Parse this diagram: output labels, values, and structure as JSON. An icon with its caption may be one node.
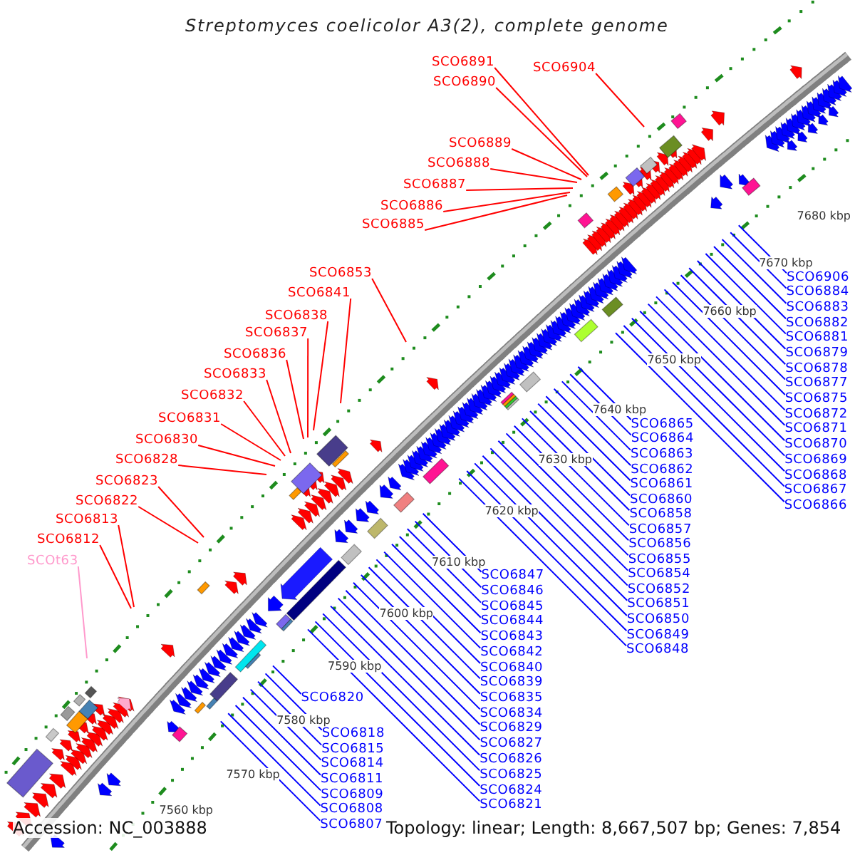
{
  "diagram": {
    "title": "Streptomyces coelicolor A3(2), complete genome",
    "nodes": [
      {
        "text": [
          "SCO6891"
        ]
      },
      {
        "text": [
          "SCO6904"
        ]
      },
      {
        "text": [
          "SCO6890"
        ]
      },
      {
        "text": [
          "SCO6889"
        ]
      },
      {
        "text": [
          "SCO6888"
        ]
      },
      {
        "text": [
          "SCO6887"
        ]
      },
      {
        "text": [
          "SCO6886"
        ]
      },
      {
        "text": [
          "SCO6885"
        ]
      },
      {
        "text": [
          "SCO6853"
        ]
      },
      {
        "text": [
          "SCO6841"
        ]
      },
      {
        "text": [
          "SCO6906"
        ]
      },
      {
        "text": [
          "SCO6838"
        ]
      },
      {
        "text": [
          "SCO6884"
        ]
      },
      {
        "text": [
          "SCO6837"
        ]
      },
      {
        "text": [
          "SCO6883"
        ]
      },
      {
        "text": [
          "SCO6836"
        ]
      },
      {
        "text": [
          "SCO6882"
        ]
      },
      {
        "text": [
          "SCO6833"
        ]
      },
      {
        "text": [
          "SCO6881"
        ]
      },
      {
        "text": [
          "SCO6832"
        ]
      },
      {
        "text": [
          "SCO6877"
        ]
      },
      {
        "text": [
          "SCO6831"
        ]
      },
      {
        "text": [
          "SCO6872"
        ]
      },
      {
        "text": [
          "SCO6830"
        ]
      },
      {
        "text": [
          "SCO6868"
        ]
      },
      {
        "text": [
          "SCO6828"
        ]
      },
      {
        "text": [
          "SCO6878"
        ]
      },
      {
        "text": [
          "SCO6863"
        ]
      },
      {
        "text": [
          "SCO6823"
        ]
      },
      {
        "text": [
          "SCO6869"
        ]
      },
      {
        "text": [
          "SCO6879"
        ]
      },
      {
        "text": [
          "SCO6861"
        ]
      },
      {
        "text": [
          "SCO6822"
        ]
      },
      {
        "text": [
          "SCO6867"
        ]
      },
      {
        "text": [
          "SCO6856"
        ]
      },
      {
        "text": [
          "SCO6813"
        ]
      },
      {
        "text": [
          "SCO6864"
        ]
      },
      {
        "text": [
          "SCO6871"
        ]
      },
      {
        "text": [
          "SCO6849"
        ]
      },
      {
        "text": [
          "SCO6812"
        ]
      },
      {
        "text": [
          "SCO6857"
        ]
      },
      {
        "text": [
          "SCO6865"
        ]
      },
      {
        "text": [
          "SCO6875"
        ]
      },
      {
        "text": [
          "SCO6846"
        ]
      },
      {
        "text": [
          "SCOt63"
        ]
      },
      {
        "text": [
          "SCO6854"
        ]
      },
      {
        "text": [
          "SCO6870"
        ]
      },
      {
        "text": [
          "SCO6862"
        ]
      },
      {
        "text": [
          "SCO6840"
        ]
      },
      {
        "text": [
          "SCO6845"
        ]
      },
      {
        "text": [
          "SCO6866"
        ]
      },
      {
        "text": [
          "SCO6851"
        ]
      },
      {
        "text": [
          "SCO6842"
        ]
      },
      {
        "text": [
          "SCO6835"
        ]
      },
      {
        "text": [
          "SCO6847"
        ]
      },
      {
        "text": [
          "SCO6858"
        ]
      },
      {
        "text": [
          "SCO6839"
        ]
      },
      {
        "text": [
          "SCO6829"
        ]
      },
      {
        "text": [
          "SCO6843"
        ]
      },
      {
        "text": [
          "SCO6850"
        ]
      },
      {
        "text": [
          "SCO6860"
        ]
      },
      {
        "text": [
          "SCO6834"
        ]
      },
      {
        "text": [
          "SCO6827"
        ]
      },
      {
        "text": [
          "SCO6844"
        ]
      },
      {
        "text": [
          "SCO6852"
        ]
      },
      {
        "text": [
          "SCO6826"
        ]
      },
      {
        "text": [
          "SCO6848"
        ]
      },
      {
        "text": [
          "SCO6855"
        ]
      },
      {
        "text": [
          "SCO6821"
        ]
      },
      {
        "text": [
          "SCO6820"
        ]
      },
      {
        "text": [
          "SCO6824"
        ]
      },
      {
        "text": [
          "SCO6818"
        ]
      },
      {
        "text": [
          "SCO6825"
        ]
      },
      {
        "text": [
          "SCO6815"
        ]
      },
      {
        "text": [
          "SCO6811"
        ]
      },
      {
        "text": [
          "SCO6814"
        ]
      },
      {
        "text": [
          "SCO6808"
        ]
      },
      {
        "text": [
          "SCO6809"
        ]
      },
      {
        "text": [
          "SCO6807"
        ]
      }
    ],
    "edges": [
      {
        "from": 0,
        "to": null,
        "arrow": "none",
        "color": "#ff0000"
      },
      {
        "from": 1,
        "to": null,
        "arrow": "none",
        "color": "#ff0000"
      },
      {
        "from": 2,
        "to": null,
        "arrow": "none",
        "color": "#ff0000"
      },
      {
        "from": 3,
        "to": null,
        "arrow": "none",
        "color": "#ff0000"
      },
      {
        "from": 4,
        "to": null,
        "arrow": "none",
        "color": "#ff0000"
      },
      {
        "from": 5,
        "to": null,
        "arrow": "none",
        "color": "#ff0000"
      },
      {
        "from": 6,
        "to": null,
        "arrow": "none",
        "color": "#ff0000"
      },
      {
        "from": 7,
        "to": null,
        "arrow": "none",
        "color": "#ff0000"
      },
      {
        "from": 8,
        "to": null,
        "arrow": "none",
        "color": "#ff0000"
      },
      {
        "from": 9,
        "to": null,
        "arrow": "none",
        "color": "#ff0000"
      },
      {
        "from": 10,
        "to": null,
        "arrow": "none"
      },
      {
        "from": 11,
        "to": null,
        "arrow": "none",
        "color": "#ff0000"
      },
      {
        "from": 12,
        "to": null,
        "arrow": "none"
      },
      {
        "from": 13,
        "to": null,
        "arrow": "none",
        "color": "#ff0000"
      },
      {
        "from": 14,
        "to": null,
        "arrow": "none"
      },
      {
        "from": 15,
        "to": null,
        "arrow": "none",
        "color": "#ff0000"
      },
      {
        "from": 16,
        "to": null,
        "arrow": "none"
      },
      {
        "from": 17,
        "to": null,
        "arrow": "none",
        "color": "#ff0000"
      },
      {
        "from": 18,
        "to": null,
        "arrow": "none"
      },
      {
        "from": 19,
        "to": null,
        "arrow": "none",
        "color": "#ff0000"
      },
      {
        "from": 20,
        "to": null,
        "arrow": "none"
      },
      {
        "from": 21,
        "to": null,
        "arrow": "none",
        "color": "#ff0000"
      },
      {
        "from": 22,
        "to": null,
        "arrow": "none"
      },
      {
        "from": 23,
        "to": null,
        "arrow": "none",
        "color": "#ff0000"
      },
      {
        "from": 24,
        "to": null,
        "arrow": "none"
      },
      {
        "from": 25,
        "to": null,
        "arrow": "none",
        "color": "#ff0000"
      },
      {
        "from": 26,
        "to": null,
        "arrow": "none"
      },
      {
        "from": 27,
        "to": null,
        "arrow": "none"
      },
      {
        "from": 28,
        "to": null,
        "arrow": "none",
        "color": "#ff0000"
      },
      {
        "from": 29,
        "to": null,
        "arrow": "none"
      },
      {
        "from": 30,
        "to": null,
        "arrow": "none"
      },
      {
        "from": 31,
        "to": null,
        "arrow": "none"
      },
      {
        "from": 32,
        "to": null,
        "arrow": "none",
        "color": "#ff0000"
      },
      {
        "from": 33,
        "to": null,
        "arrow": "none"
      },
      {
        "from": 34,
        "to": null,
        "arrow": "none"
      },
      {
        "from": 35,
        "to": null,
        "arrow": "none",
        "color": "#ff0000"
      },
      {
        "from": 36,
        "to": null,
        "arrow": "none"
      },
      {
        "from": 37,
        "to": null,
        "arrow": "none"
      },
      {
        "from": 38,
        "to": null,
        "arrow": "none"
      },
      {
        "from": 39,
        "to": null,
        "arrow": "none",
        "color": "#ff0000"
      },
      {
        "from": 40,
        "to": null,
        "arrow": "none"
      },
      {
        "from": 41,
        "to": null,
        "arrow": "none"
      },
      {
        "from": 42,
        "to": null,
        "arrow": "none"
      },
      {
        "from": 43,
        "to": null,
        "arrow": "none"
      },
      {
        "from": 44,
        "to": null,
        "arrow": "none",
        "color": "#ff99cc"
      },
      {
        "from": 45,
        "to": null,
        "arrow": "none"
      },
      {
        "from": 46,
        "to": null,
        "arrow": "none"
      },
      {
        "from": 47,
        "to": null,
        "arrow": "none"
      },
      {
        "from": 48,
        "to": null,
        "arrow": "none"
      },
      {
        "from": 49,
        "to": null,
        "arrow": "none"
      },
      {
        "from": 50,
        "to": null,
        "arrow": "none"
      },
      {
        "from": 51,
        "to": null,
        "arrow": "none"
      },
      {
        "from": 52,
        "to": null,
        "arrow": "none"
      },
      {
        "from": 53,
        "to": null,
        "arrow": "none"
      },
      {
        "from": 54,
        "to": null,
        "arrow": "none"
      },
      {
        "from": 55,
        "to": null,
        "arrow": "none"
      },
      {
        "from": 56,
        "to": null,
        "arrow": "none"
      },
      {
        "from": 57,
        "to": null,
        "arrow": "none"
      },
      {
        "from": 58,
        "to": null,
        "arrow": "none"
      },
      {
        "from": 59,
        "to": null,
        "arrow": "none"
      },
      {
        "from": 60,
        "to": null,
        "arrow": "none"
      },
      {
        "from": 61,
        "to": null,
        "arrow": "none"
      },
      {
        "from": 62,
        "to": null,
        "arrow": "none"
      },
      {
        "from": 63,
        "to": null,
        "arrow": "none"
      },
      {
        "from": 64,
        "to": null,
        "arrow": "none"
      },
      {
        "from": 65,
        "to": null,
        "arrow": "none"
      },
      {
        "from": 66,
        "to": null,
        "arrow": "none"
      },
      {
        "from": 67,
        "to": null,
        "arrow": "none"
      },
      {
        "from": 68,
        "to": null,
        "arrow": "none"
      },
      {
        "from": 69,
        "to": null,
        "arrow": "none"
      },
      {
        "from": 70,
        "to": null,
        "arrow": "none"
      },
      {
        "from": 71,
        "to": null,
        "arrow": "none"
      },
      {
        "from": 72,
        "to": null,
        "arrow": "none"
      },
      {
        "from": 73,
        "to": null,
        "arrow": "none"
      },
      {
        "from": 74,
        "to": null,
        "arrow": "none"
      },
      {
        "from": 75,
        "to": null,
        "arrow": "none"
      },
      {
        "from": 76,
        "to": null,
        "arrow": "none"
      },
      {
        "from": 77,
        "to": null,
        "arrow": "none"
      },
      {
        "from": 78,
        "to": null,
        "arrow": "none"
      }
    ],
    "labels": [
      "7680 kbp",
      "7670 kbp",
      "7660 kbp",
      "7650 kbp",
      "7640 kbp",
      "7630 kbp",
      "7620 kbp",
      "7610 kbp",
      "7600 kbp",
      "7590 kbp",
      "7580 kbp",
      "7570 kbp",
      "7560 kbp",
      "Accession: NC_003888",
      "Topology: linear; Length: 8,667,507 bp; Genes: 7,854"
    ]
  }
}
